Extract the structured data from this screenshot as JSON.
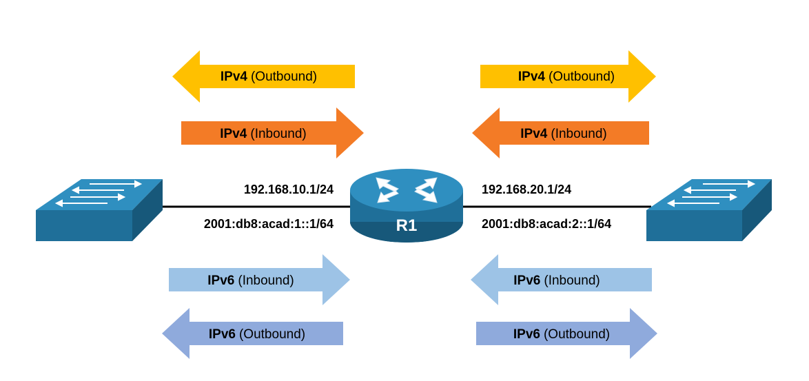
{
  "router": {
    "label": "R1"
  },
  "left_interface": {
    "ipv4": "192.168.10.1/24",
    "ipv6": "2001:db8:acad:1::1/64"
  },
  "right_interface": {
    "ipv4": "192.168.20.1/24",
    "ipv6": "2001:db8:acad:2::1/64"
  },
  "arrows": {
    "left_ipv4_outbound": {
      "protocol": "IPv4",
      "direction": "(Outbound)",
      "color": "#FFC000"
    },
    "left_ipv4_inbound": {
      "protocol": "IPv4",
      "direction": "(Inbound)",
      "color": "#F37B26"
    },
    "left_ipv6_inbound": {
      "protocol": "IPv6",
      "direction": "(Inbound)",
      "color": "#9DC3E6"
    },
    "left_ipv6_outbound": {
      "protocol": "IPv6",
      "direction": "(Outbound)",
      "color": "#8FAADC"
    },
    "right_ipv4_outbound": {
      "protocol": "IPv4",
      "direction": "(Outbound)",
      "color": "#FFC000"
    },
    "right_ipv4_inbound": {
      "protocol": "IPv4",
      "direction": "(Inbound)",
      "color": "#F37B26"
    },
    "right_ipv6_inbound": {
      "protocol": "IPv6",
      "direction": "(Inbound)",
      "color": "#9DC3E6"
    },
    "right_ipv6_outbound": {
      "protocol": "IPv6",
      "direction": "(Outbound)",
      "color": "#8FAADC"
    }
  },
  "colors": {
    "device_top": "#2F8FC0",
    "device_side": "#1F6F99",
    "device_dark": "#17587A",
    "link": "#000000"
  }
}
